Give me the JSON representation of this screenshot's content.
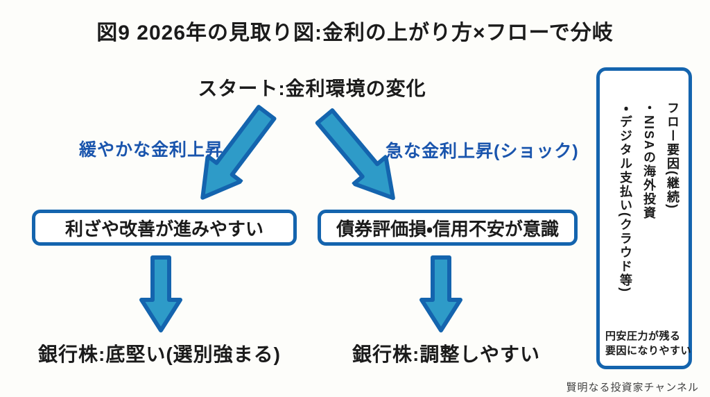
{
  "title": "図9 2026年の見取り図:金利の上がり方×フローで分岐",
  "start_label": "スタート:金利環境の変化",
  "branch_left": {
    "condition": "緩やかな金利上昇",
    "outcome_box": "利ざや改善が進みやすい",
    "result": "銀行株:底堅い(選別強まる)"
  },
  "branch_right": {
    "condition": "急な金利上昇(ショック)",
    "outcome_box": "債券評価損・信用不安が意識",
    "result": "銀行株:調整しやすい"
  },
  "sidebar": {
    "heading": "フロー要因(継続)",
    "items": [
      "・NISAの海外投資",
      "・デジタル支払い(クラウド等)"
    ],
    "note_line1": "円安圧力が残る",
    "note_line2": "要因になりやすい"
  },
  "watermark": "賢明なる投資家チャンネル",
  "icons": {
    "branch_left_arrow": "diagonal-down-left-arrow",
    "branch_right_arrow": "diagonal-down-right-arrow",
    "flow_left_arrow": "down-arrow",
    "flow_right_arrow": "down-arrow"
  },
  "colors": {
    "arrow_fill": "#2e9bc8",
    "arrow_stroke": "#1464ae",
    "box_border": "#1464ae",
    "condition_text": "#1a55ad",
    "watermark_text": "#414141"
  }
}
